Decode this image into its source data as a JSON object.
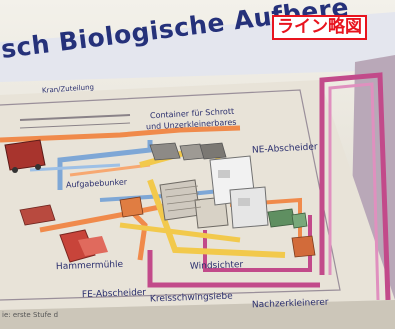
{
  "stamp": {
    "text": "ライン略図",
    "color": "#e8141e"
  },
  "poster": {
    "title": "isch Biologische Aufbere",
    "title_tail": "nl",
    "labels": {
      "kran": "Kran/Zuteilung",
      "container_line1": "Container für Schrott",
      "container_line2": "und Unzerkleinerbares",
      "ne_abscheider": "NE-Abscheider",
      "aufgabebunker": "Aufgabebunker",
      "hammermuehle": "Hammermühle",
      "fe_abscheider": "FE-Abscheider",
      "kreisschwingsiebe": "Kreisschwingsiebe",
      "windsichter": "Windsichter",
      "nachzerkleinerer": "Nachzerkleinerer",
      "footer": "ie: erste Stufe d"
    }
  },
  "colors": {
    "title": "#25317a",
    "conveyor_orange": "#f08a4b",
    "conveyor_yellow": "#f2c94c",
    "pipe_magenta": "#c24a8a",
    "duct_blue": "#7ea7d6",
    "machine_red": "#c8443a"
  }
}
